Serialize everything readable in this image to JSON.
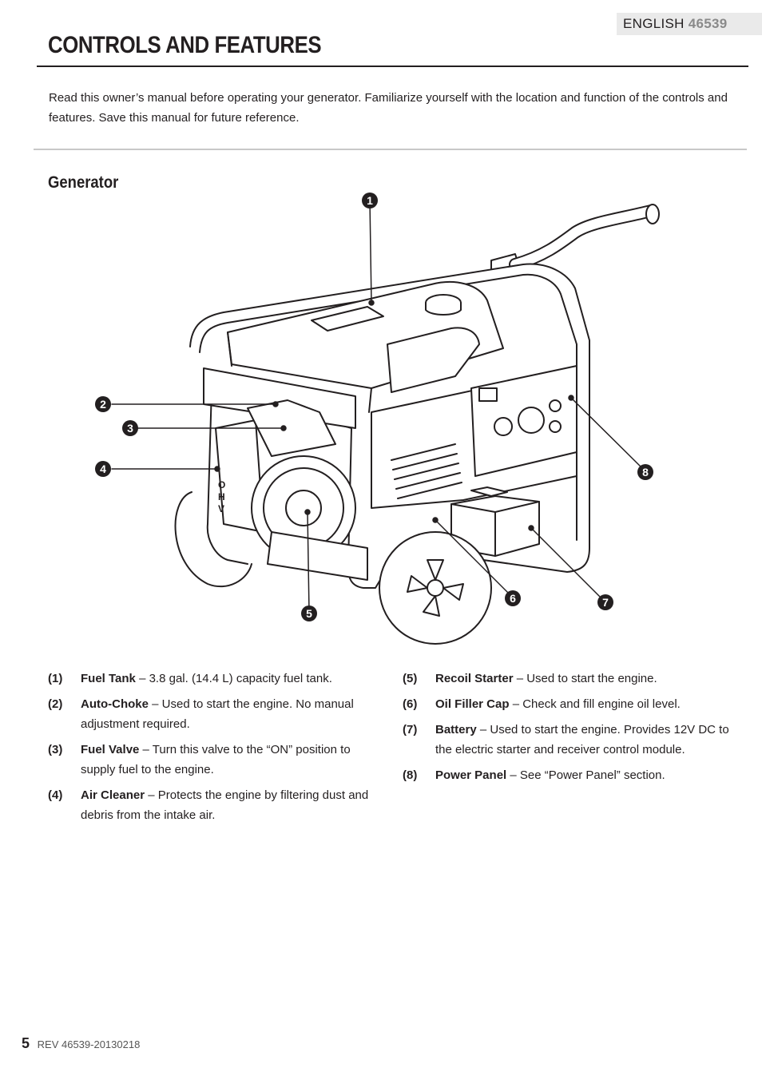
{
  "header": {
    "language": "ENGLISH",
    "model": "46539"
  },
  "page_title": "CONTROLS AND FEATURES",
  "intro": "Read this owner’s manual before operating your generator. Familiarize yourself with the location and function of the controls and features. Save this manual for future reference.",
  "section_heading": "Generator",
  "figure": {
    "callouts": [
      "1",
      "2",
      "3",
      "4",
      "5",
      "6",
      "7",
      "8"
    ],
    "panel_letters": [
      "O",
      "H",
      "V"
    ]
  },
  "legend_left": [
    {
      "num": "(1)",
      "term": "Fuel Tank",
      "desc": " – 3.8 gal. (14.4 L) capacity fuel tank."
    },
    {
      "num": "(2)",
      "term": "Auto-Choke",
      "desc": " – Used to start the engine. No manual adjustment required."
    },
    {
      "num": "(3)",
      "term": "Fuel Valve",
      "desc": " – Turn this valve to the “ON” position to supply fuel to the engine."
    },
    {
      "num": "(4)",
      "term": "Air Cleaner",
      "desc": " – Protects the engine by filtering dust and debris from the intake air."
    }
  ],
  "legend_right": [
    {
      "num": "(5)",
      "term": "Recoil Starter",
      "desc": " – Used to start the engine."
    },
    {
      "num": "(6)",
      "term": "Oil Filler Cap",
      "desc": " – Check and fill engine oil level."
    },
    {
      "num": "(7)",
      "term": "Battery",
      "desc": " – Used to start the engine. Provides 12V DC to the electric starter and receiver control module."
    },
    {
      "num": "(8)",
      "term": "Power Panel",
      "desc": " – See “Power Panel” section."
    }
  ],
  "footer": {
    "page_number": "5",
    "revision": "REV 46539-20130218"
  }
}
